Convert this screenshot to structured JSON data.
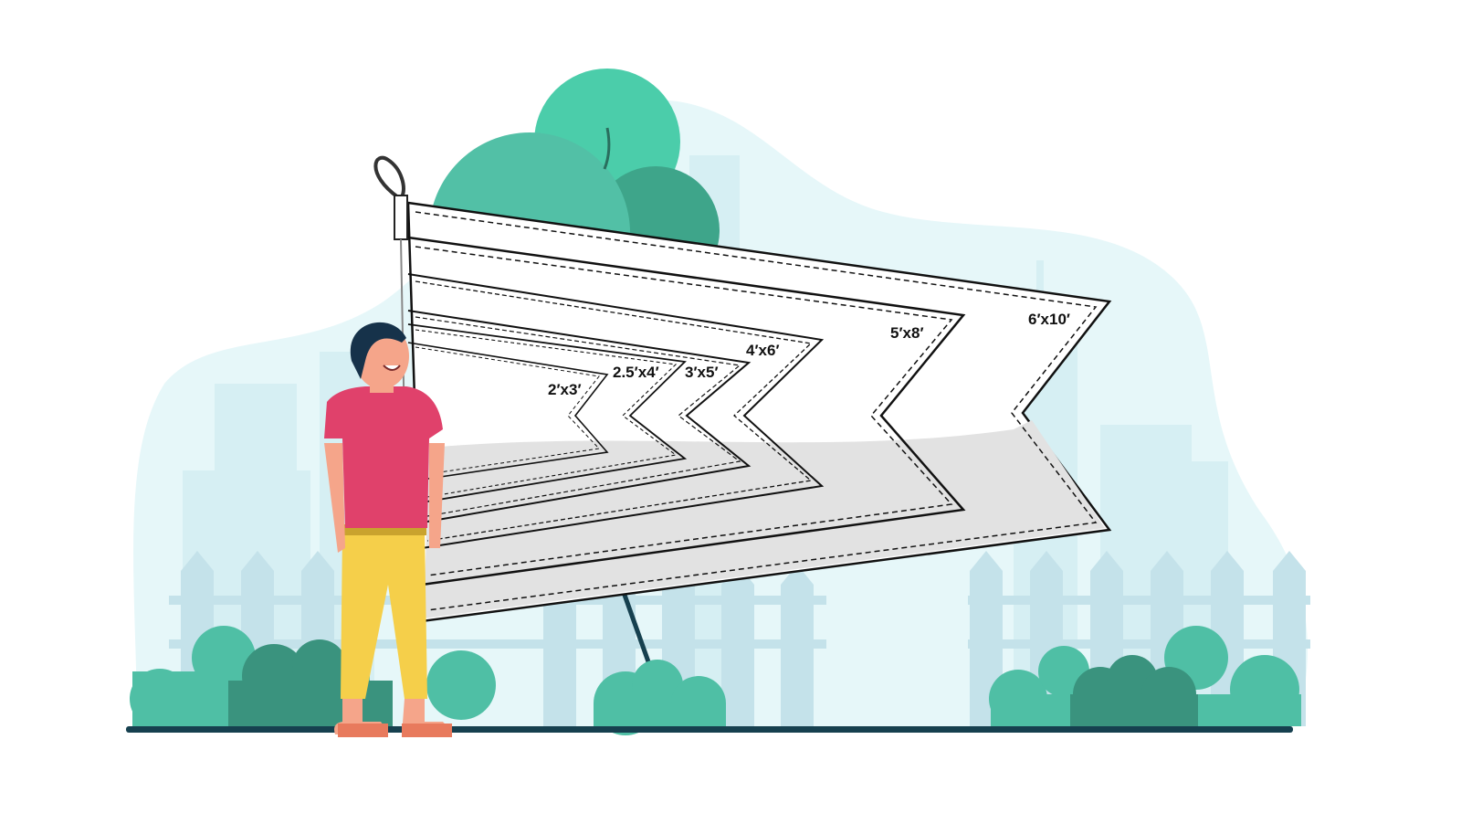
{
  "flag_sizes": [
    {
      "label": "2′x3′"
    },
    {
      "label": "2.5′x4′"
    },
    {
      "label": "3′x5′"
    },
    {
      "label": "4′x6′"
    },
    {
      "label": "5′x8′"
    },
    {
      "label": "6′x10′"
    }
  ],
  "colors": {
    "background_blob": "#e6f7f9",
    "buildings": "#d6eff3",
    "fence": "#c4e2ea",
    "bush_light": "#4fbfa5",
    "bush_dark": "#3a937e",
    "tree_light": "#4bcdaa",
    "ground": "#16404f",
    "shirt": "#e0416b",
    "pants": "#f5cf4a",
    "skin": "#f5a58a",
    "hair": "#16324a",
    "flag_shade": "#e2e2e2"
  }
}
